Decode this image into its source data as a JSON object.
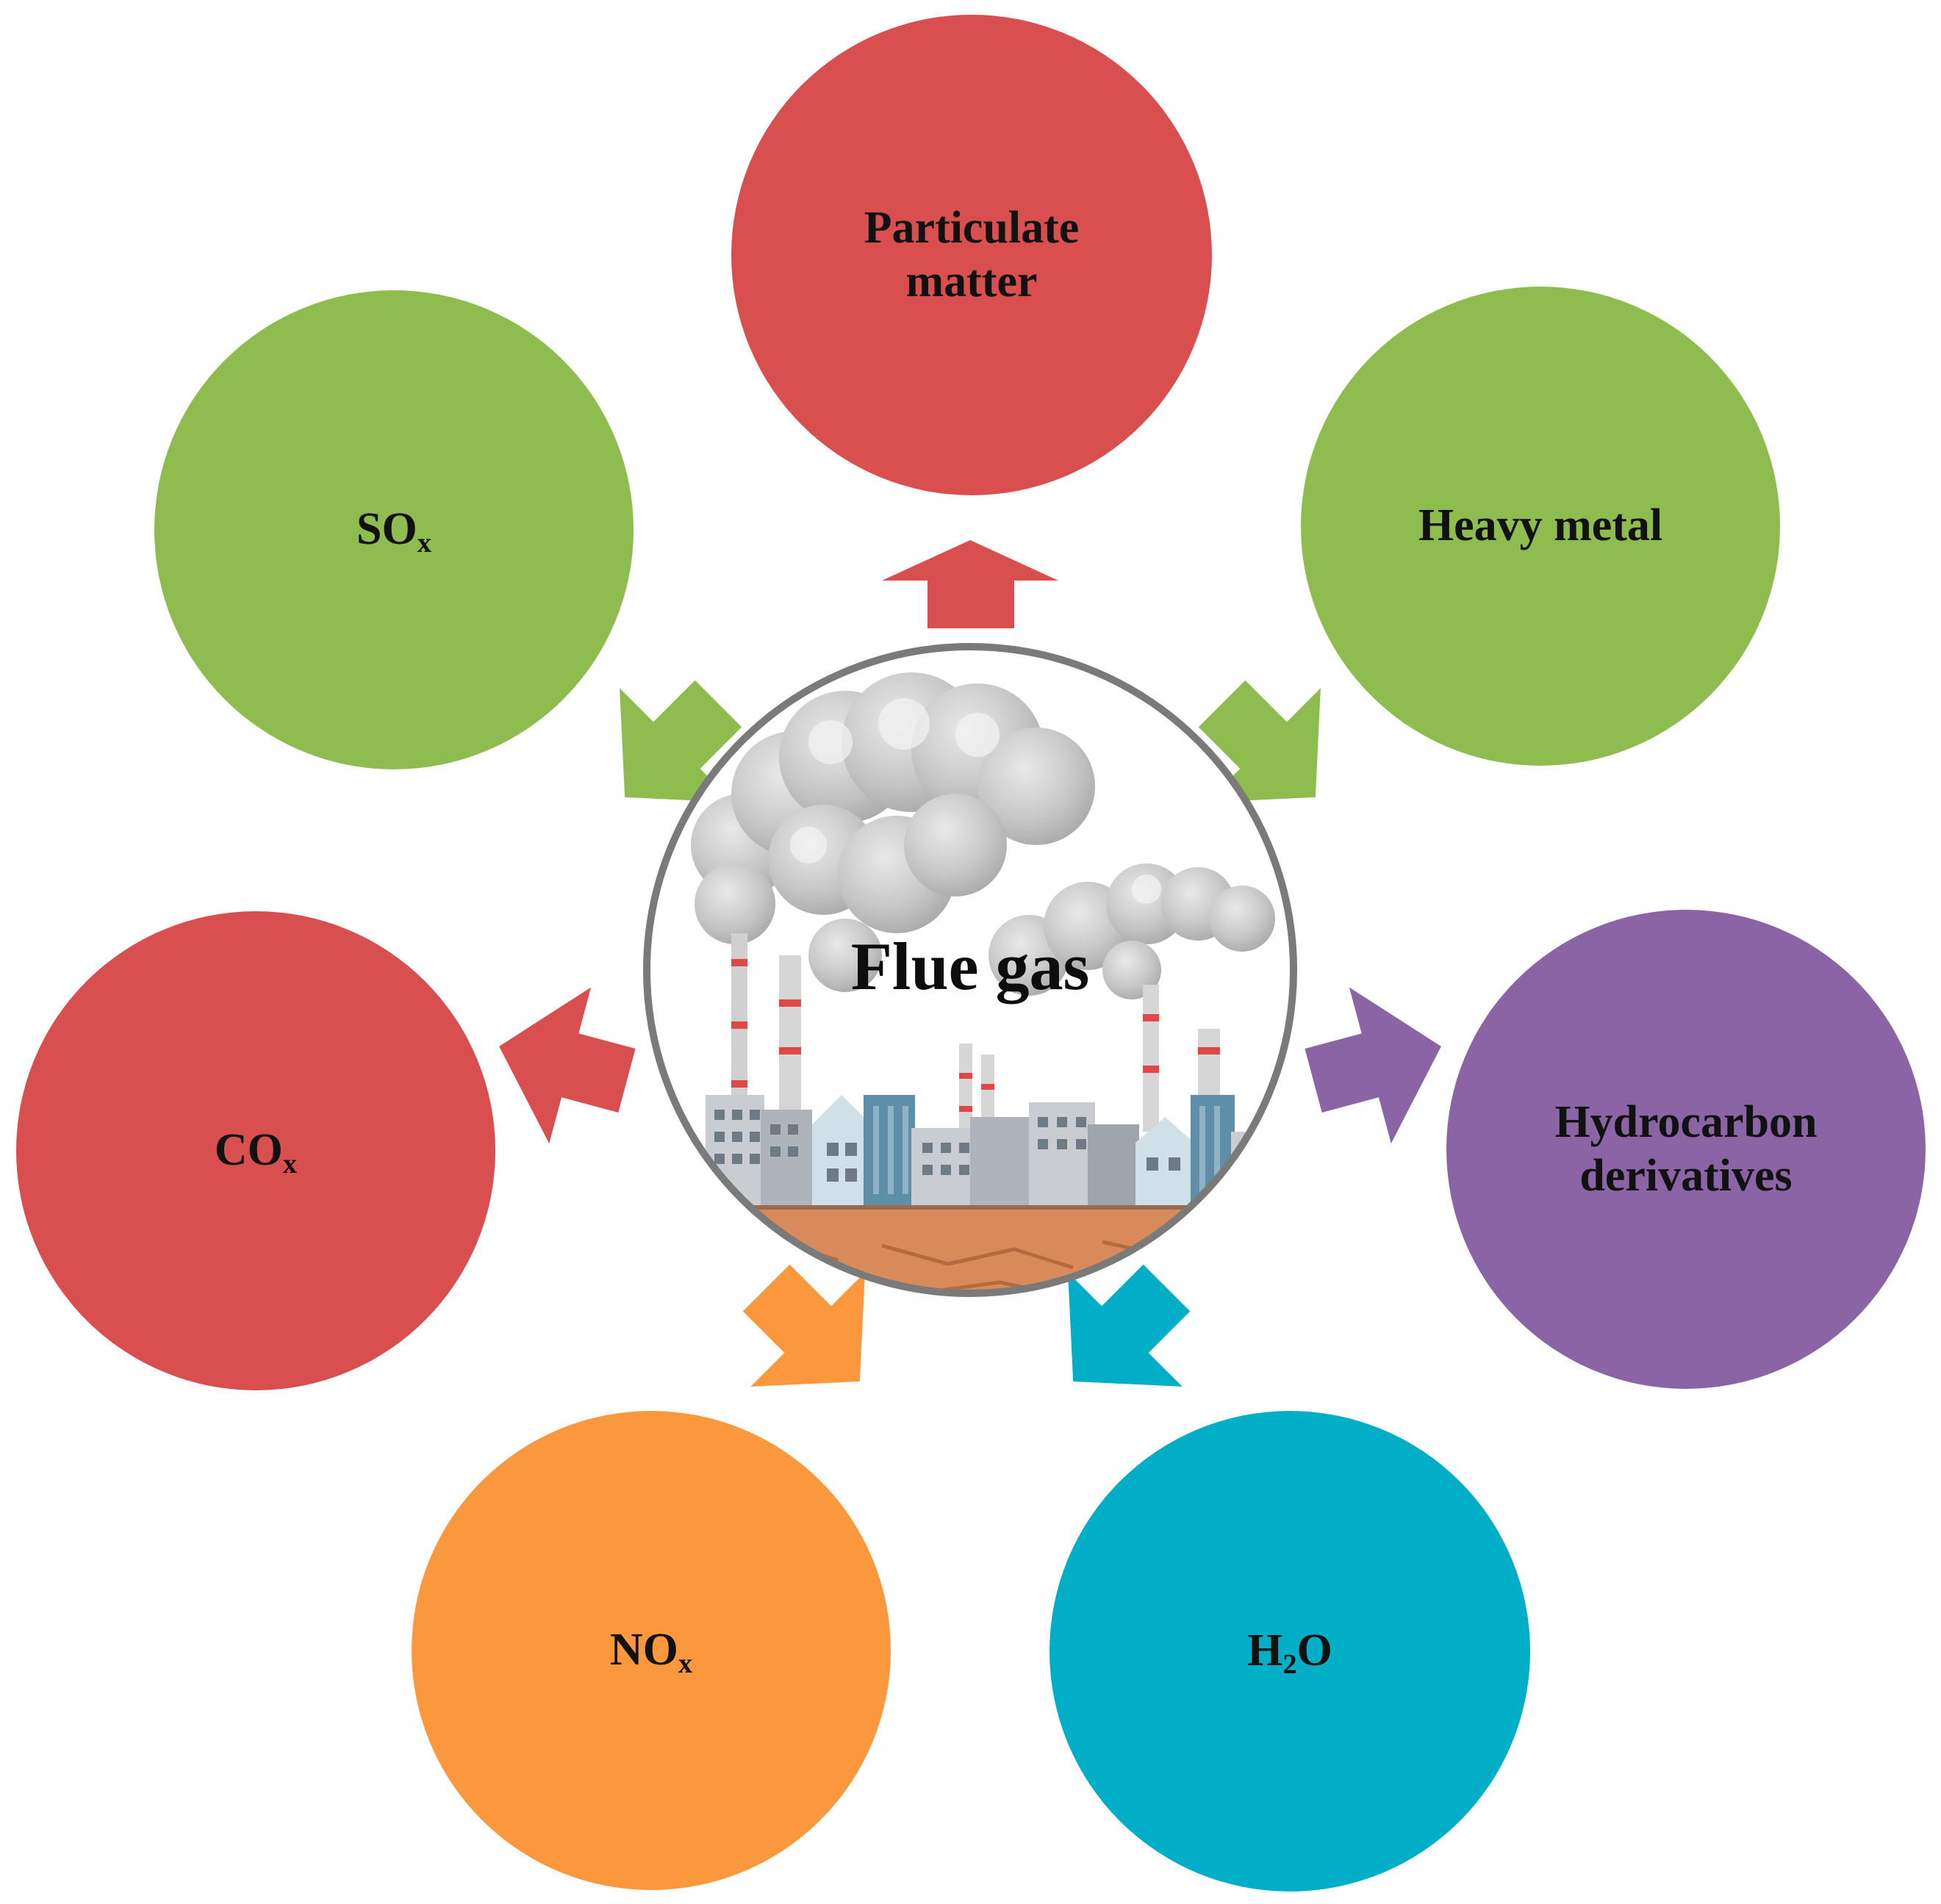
{
  "center": {
    "label": "Flue gas"
  },
  "nodes": [
    {
      "id": "particulate-matter",
      "lines": [
        "Particulate",
        "matter"
      ],
      "color": "#d94f4f"
    },
    {
      "id": "heavy-metal",
      "lines": [
        "Heavy metal"
      ],
      "color": "#8fbc4f"
    },
    {
      "id": "hydrocarbon-derivatives",
      "lines": [
        "Hydrocarbon",
        "derivatives"
      ],
      "color": "#8b64a6"
    },
    {
      "id": "h2o",
      "base": "H",
      "sub": "2",
      "tail": "O",
      "color": "#00aec7"
    },
    {
      "id": "nox",
      "base": "NO",
      "sub": "x",
      "tail": "",
      "color": "#fb983e"
    },
    {
      "id": "cox",
      "base": "CO",
      "sub": "x",
      "tail": "",
      "color": "#d94f4f"
    },
    {
      "id": "sox",
      "base": "SO",
      "sub": "x",
      "tail": "",
      "color": "#8fbc4f"
    }
  ],
  "icons": {
    "center": "factory-smokestacks-icon"
  }
}
